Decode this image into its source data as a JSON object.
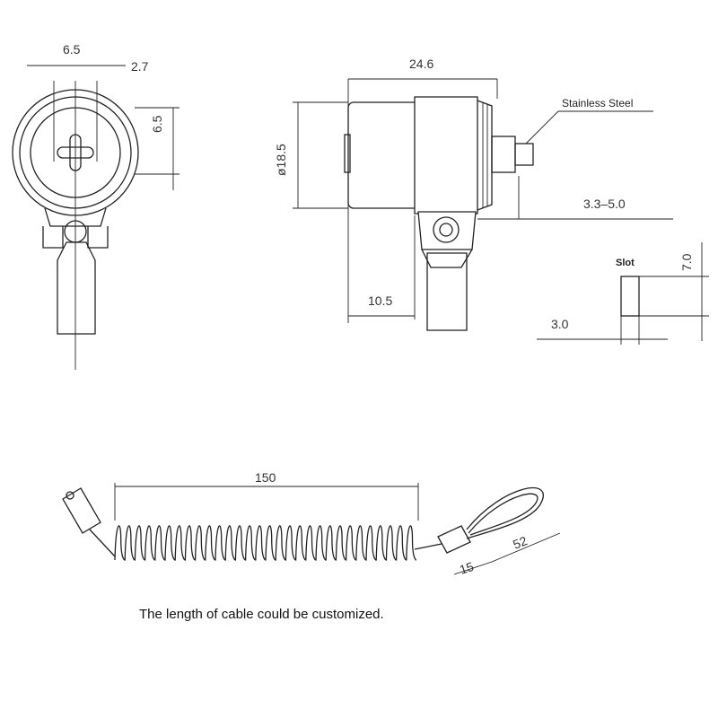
{
  "front_view": {
    "dim_width": "6.5",
    "dim_offset": "2.7",
    "dim_height": "6.5"
  },
  "side_view": {
    "dim_length": "24.6",
    "dim_diameter": "ø18.5",
    "dim_thread": "3.3–5.0",
    "dim_body": "10.5",
    "material_label": "Stainless Steel"
  },
  "slot_detail": {
    "label": "Slot",
    "dim_height": "7.0",
    "dim_width": "3.0"
  },
  "cable_view": {
    "dim_length": "150",
    "dim_sleeve": "15",
    "dim_loop": "52"
  },
  "caption": "The length of cable could be customized."
}
